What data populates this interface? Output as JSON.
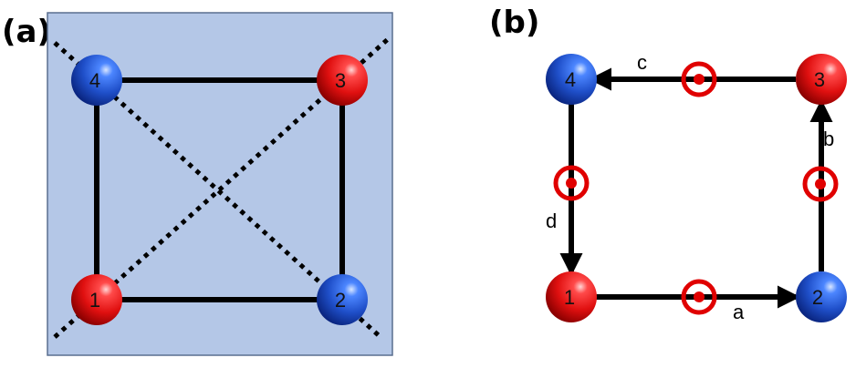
{
  "panels": {
    "a": {
      "label": "(a)"
    },
    "b": {
      "label": "(b)"
    }
  },
  "atoms": {
    "a1": {
      "label": "1",
      "color": "red"
    },
    "a2": {
      "label": "2",
      "color": "blue"
    },
    "a3": {
      "label": "3",
      "color": "red"
    },
    "a4": {
      "label": "4",
      "color": "blue"
    },
    "b1": {
      "label": "1",
      "color": "red"
    },
    "b2": {
      "label": "2",
      "color": "blue"
    },
    "b3": {
      "label": "3",
      "color": "red"
    },
    "b4": {
      "label": "4",
      "color": "blue"
    }
  },
  "edges": {
    "a": "a",
    "b": "b",
    "c": "c",
    "d": "d"
  },
  "colors": {
    "panel_fill": "#b4c7e7",
    "panel_border": "#5a6f8f",
    "red": "#e01010",
    "blue": "#1f4fc9",
    "marker": "#e00000",
    "line": "#000000"
  }
}
